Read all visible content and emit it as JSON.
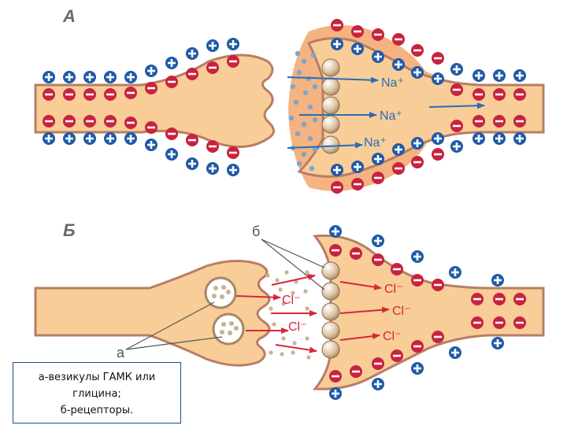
{
  "panels": {
    "a": {
      "letter": "А",
      "ion_label": "Na⁺"
    },
    "b": {
      "letter": "Б",
      "ion_label": "Cl⁻",
      "label_vesicles": "а",
      "label_receptors": "б"
    }
  },
  "caption": {
    "line1": "а-везикулы ГАМК или",
    "line2": "глицина;",
    "line3": "б-рецепторы."
  },
  "colors": {
    "cell": "#f9cd97",
    "cell_outline": "#b87d66",
    "cleft_halo": "#f2a66b",
    "plus": "#1f5aa8",
    "minus": "#c8233e",
    "vesicle": "#7aa6cf",
    "receptor": "#cdb293",
    "arrow_blue": "#2a6cb5",
    "arrow_red": "#d6263a"
  },
  "icons": {
    "positive": "plus-charge-icon",
    "negative": "minus-charge-icon"
  }
}
